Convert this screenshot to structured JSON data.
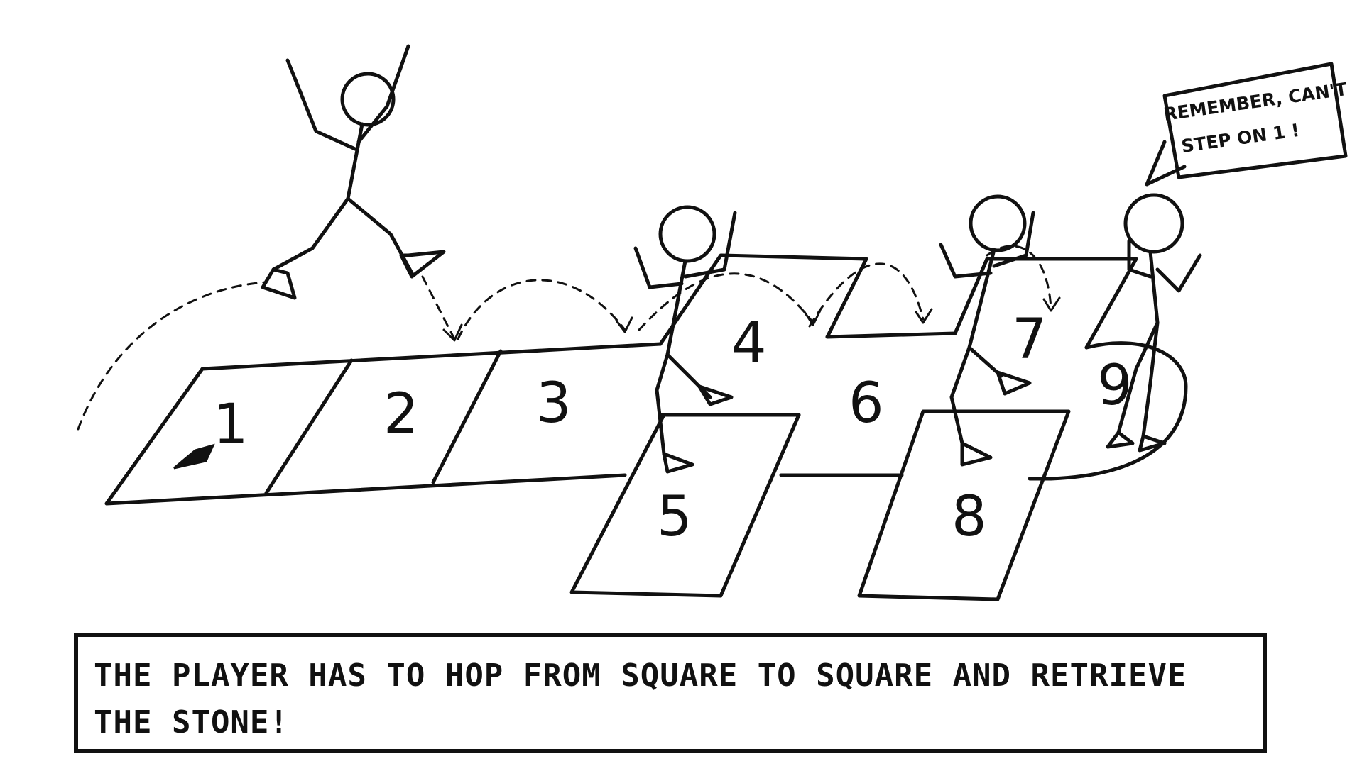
{
  "squares": [
    "1",
    "2",
    "3",
    "4",
    "5",
    "6",
    "7",
    "8",
    "9"
  ],
  "speech_bubble": {
    "line1": "REMEMBER, CAN'T",
    "line2": "STEP ON 1 !"
  },
  "caption": "THE PLAYER HAS TO HOP FROM SQUARE TO SQUARE AND RETRIEVE THE STONE!",
  "colors": {
    "ink": "#111111",
    "paper": "#ffffff"
  }
}
